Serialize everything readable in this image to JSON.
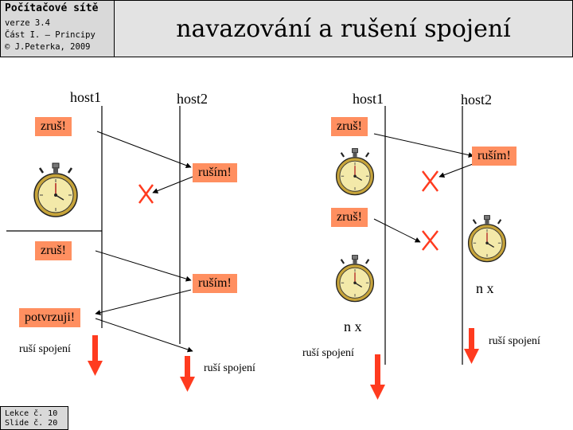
{
  "header": {
    "course": "Počítačové sítě",
    "version": "verze 3.4",
    "part": "Část I. – Principy",
    "copyright": "© J.Peterka, 2009",
    "title": "navazování a rušení spojení"
  },
  "footer": {
    "lesson": "Lekce č. 10",
    "slide": "Slide č. 20"
  },
  "left_diagram": {
    "host1": "host1",
    "host2": "host2",
    "msg_close_1": "zruš!",
    "msg_closing_1": "ruším!",
    "msg_close_2": "zruš!",
    "msg_closing_2": "ruším!",
    "msg_confirm": "potvrzuji!",
    "cancel_host1": "ruší spojení",
    "cancel_host2": "ruší spojení"
  },
  "right_diagram": {
    "host1": "host1",
    "host2": "host2",
    "msg_close_1": "zruš!",
    "msg_closing": "ruším!",
    "msg_close_2": "zruš!",
    "repeat_host1": "n x",
    "repeat_host2": "n x",
    "cancel_host1": "ruší spojení",
    "cancel_host2": "ruší spojení"
  },
  "colors": {
    "message_box": "#ff8f60",
    "lost_mark": "#ff3b1f",
    "down_arrow": "#ff3b1f",
    "stopwatch": "#e6d98a"
  },
  "icons": [
    "stopwatch-icon",
    "lost-message-x-icon",
    "down-arrow-icon"
  ]
}
